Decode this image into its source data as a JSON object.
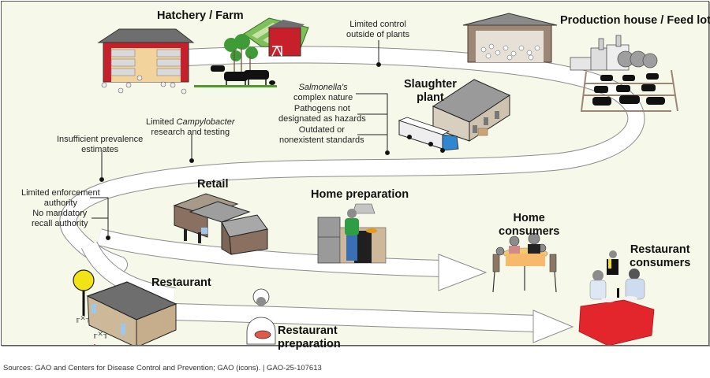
{
  "title": "Food safety pathway from farm to consumer",
  "stages": {
    "hatchery_farm": "Hatchery / Farm",
    "production_house": "Production house / Feed lot",
    "slaughter_plant": [
      "Slaughter",
      "plant"
    ],
    "retail": "Retail",
    "home_preparation": "Home preparation",
    "home_consumers": [
      "Home",
      "consumers"
    ],
    "restaurant": "Restaurant",
    "restaurant_preparation": [
      "Restaurant",
      "preparation"
    ],
    "restaurant_consumers": [
      "Restaurant",
      "consumers"
    ]
  },
  "challenges": {
    "limited_control": [
      "Limited control",
      "outside of plants"
    ],
    "salmonella_italic": "Salmonella's",
    "salmonella_rest": "complex nature",
    "pathogens": [
      "Pathogens not",
      "designated as hazards"
    ],
    "outdated": [
      "Outdated or",
      "nonexistent standards"
    ],
    "campylobacter_pre": "Limited ",
    "campylobacter_italic": "Campylobacter",
    "campylobacter_rest": "research and testing",
    "prevalence": [
      "Insufficient prevalence",
      "estimates"
    ],
    "enforcement": [
      "Limited enforcement",
      "authority"
    ],
    "recall": [
      "No mandatory",
      "recall authority"
    ]
  },
  "colors": {
    "background": "#f6f8e9",
    "path": "#ffffff",
    "path_edge": "#8c8c8c",
    "barn_red": "#c8202a",
    "roof_gray": "#6e6e6e",
    "building_tan": "#cdb89a",
    "table_red": "#e3262c",
    "sign_yellow": "#f2e317"
  },
  "footer": {
    "source": "Sources: GAO and Centers for Disease Control and Prevention; GAO (icons).  |  GAO-25-107613"
  }
}
